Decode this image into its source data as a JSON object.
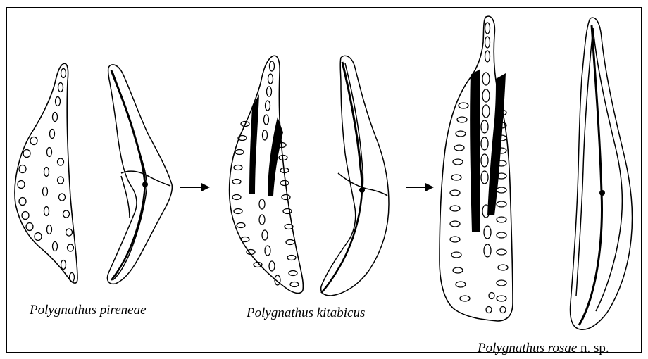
{
  "figure": {
    "captions": [
      {
        "italic": "Polygnathus pireneae",
        "suffix": ""
      },
      {
        "italic": "Polygnathus kitabicus",
        "suffix": ""
      },
      {
        "italic": "Polygnathus rosae",
        "suffix": " n. sp."
      }
    ],
    "arrows": [
      "arrow-right-icon",
      "arrow-right-icon"
    ],
    "colors": {
      "stroke": "#000000",
      "background": "#ffffff"
    }
  }
}
